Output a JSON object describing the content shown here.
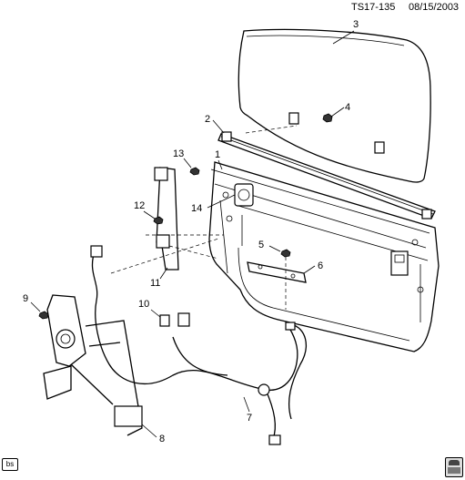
{
  "header": {
    "figure_id": "TS17-135",
    "date": "08/15/2003"
  },
  "callouts": {
    "c1": "1",
    "c2": "2",
    "c3": "3",
    "c4": "4",
    "c5": "5",
    "c6": "6",
    "c7": "7",
    "c8": "8",
    "c9": "9",
    "c10": "10",
    "c11": "11",
    "c12": "12",
    "c13": "13",
    "c14": "14"
  },
  "footer": {
    "badge": "bs",
    "corner_icon": "parts-bin-icon"
  }
}
